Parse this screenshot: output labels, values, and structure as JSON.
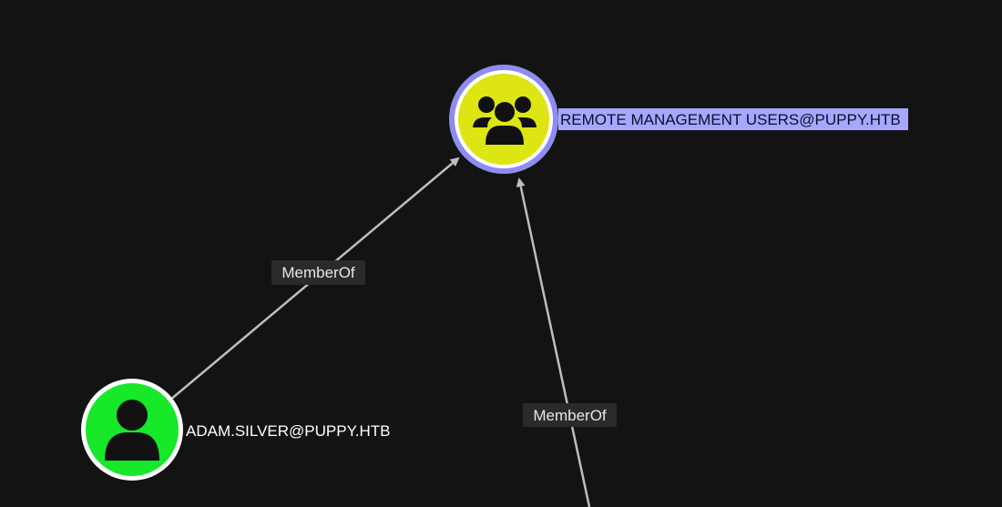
{
  "graph": {
    "background": "#131313",
    "edge_color": "#bdbdbd",
    "nodes": {
      "group": {
        "label": "REMOTE MANAGEMENT USERS@PUPPY.HTB",
        "fill": "#dde612",
        "ring": "#8d8df0",
        "label_bg": "#a7a7ff",
        "label_color": "#0d0d2a",
        "icon": "users-group-icon",
        "selected": true
      },
      "user": {
        "label": "ADAM.SILVER@PUPPY.HTB",
        "fill": "#17e82a",
        "ring": "#ffffff",
        "label_color": "#ffffff",
        "icon": "user-icon"
      }
    },
    "edges": [
      {
        "label": "MemberOf",
        "from": "ADAM.SILVER@PUPPY.HTB",
        "to": "REMOTE MANAGEMENT USERS@PUPPY.HTB"
      },
      {
        "label": "MemberOf",
        "from": "",
        "to": "REMOTE MANAGEMENT USERS@PUPPY.HTB"
      }
    ]
  }
}
